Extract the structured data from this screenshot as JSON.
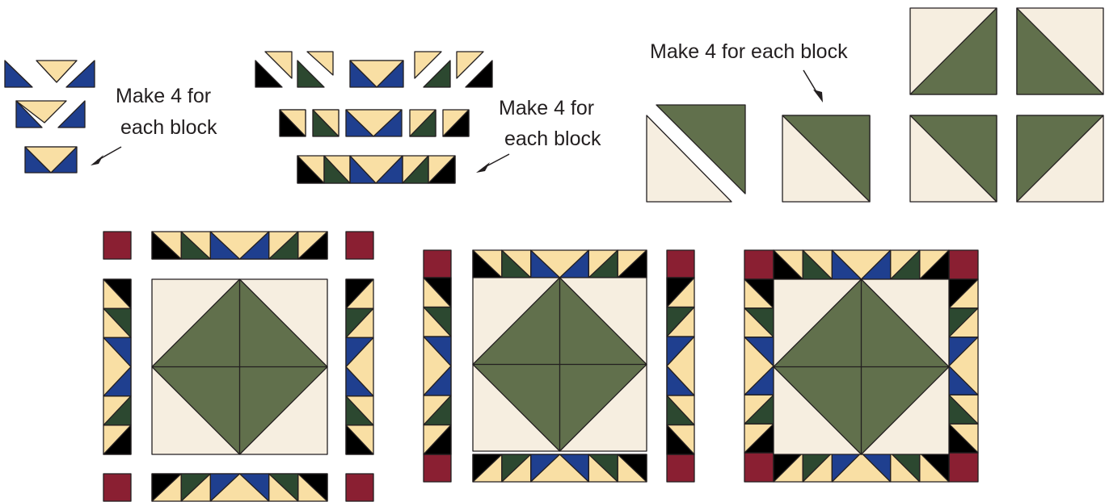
{
  "annotations": {
    "note_a_line1": "Make 4 for",
    "note_a_line2": "each block",
    "note_b_line1": "Make 4 for",
    "note_b_line2": "each block",
    "note_c": "Make 4 for each block"
  },
  "colors": {
    "tan": "#f9dfa4",
    "blue": "#1f3f8f",
    "green": "#61704c",
    "dark_green": "#2c4830",
    "black": "#000000",
    "cream": "#f6eee0",
    "red": "#8a1f32",
    "outline": "#231f20"
  },
  "strip_sequence": [
    "black",
    "dark_green",
    "blue",
    "blue",
    "dark_green",
    "black"
  ]
}
